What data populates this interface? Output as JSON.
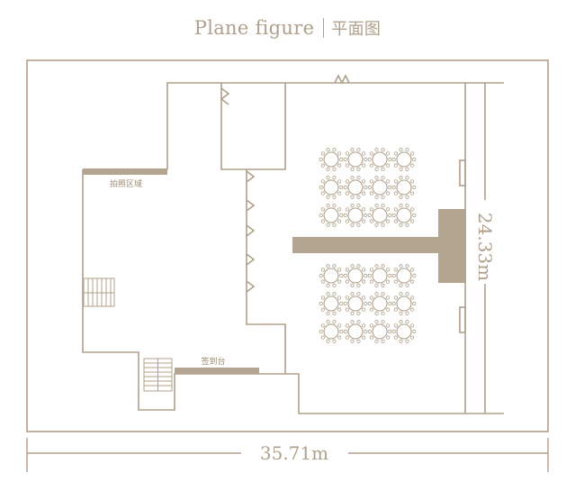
{
  "header": {
    "title_en": "Plane figure",
    "title_cn": "平面图"
  },
  "labels": {
    "photo_area": "拍照区域",
    "sign_in_desk": "签到台"
  },
  "dimensions": {
    "width_label": "35.71m",
    "height_label": "24.33m"
  },
  "tables": {
    "upper_block": {
      "rows": 3,
      "cols": 4
    },
    "lower_block": {
      "rows": 3,
      "cols": 4
    }
  },
  "colors": {
    "line": "#b0a08b",
    "fill": "#b4a590",
    "text": "#b0a08b"
  }
}
